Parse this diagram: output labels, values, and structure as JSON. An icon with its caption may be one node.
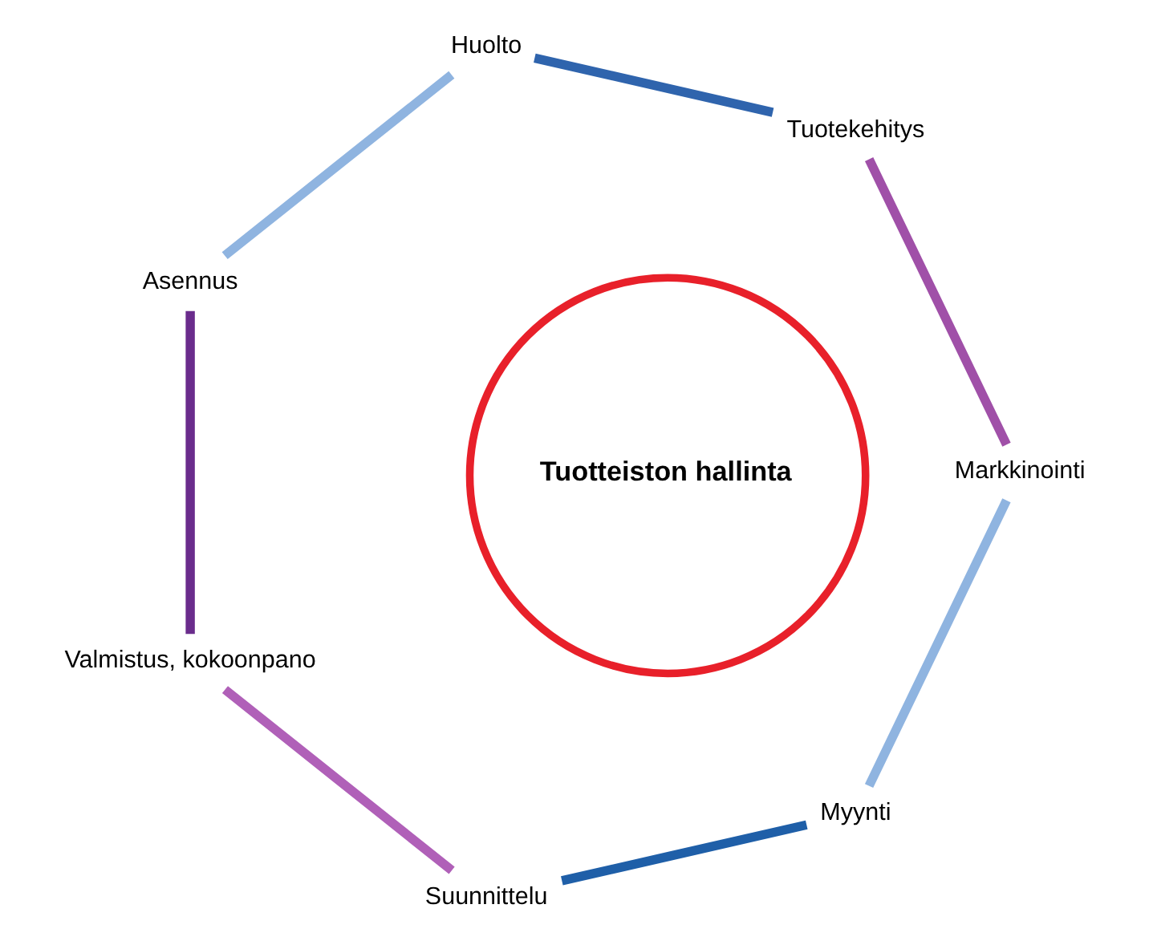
{
  "diagram": {
    "nodes": [
      {
        "text": [
          "Myynti"
        ]
      },
      {
        "text": [
          "Suunnittelu"
        ]
      },
      {
        "text": [
          "Valmistus, kokoonpano"
        ]
      },
      {
        "text": [
          "Asennus"
        ]
      },
      {
        "text": [
          "Huolto"
        ]
      },
      {
        "text": [
          "Tuotekehitys"
        ]
      },
      {
        "text": [
          "Markkinointi"
        ]
      },
      {
        "text": [
          "Tuotteiston hallinta"
        ]
      }
    ],
    "edges": [
      {
        "from": 0,
        "to": 1,
        "arrow": "none",
        "color": "#1f5fa8"
      },
      {
        "from": 1,
        "to": 2,
        "arrow": "none",
        "color": "#b060b8"
      },
      {
        "from": 2,
        "to": 3,
        "arrow": "none",
        "color": "#6a2c8c"
      },
      {
        "from": 3,
        "to": 4,
        "arrow": "none",
        "color": "#8fb4e0"
      },
      {
        "from": 4,
        "to": 5,
        "arrow": "none",
        "color": "#2f64ad"
      },
      {
        "from": 5,
        "to": 6,
        "arrow": "none",
        "color": "#a050a8"
      },
      {
        "from": 6,
        "to": 0,
        "arrow": "none",
        "color": "#8fb4e0"
      }
    ]
  }
}
